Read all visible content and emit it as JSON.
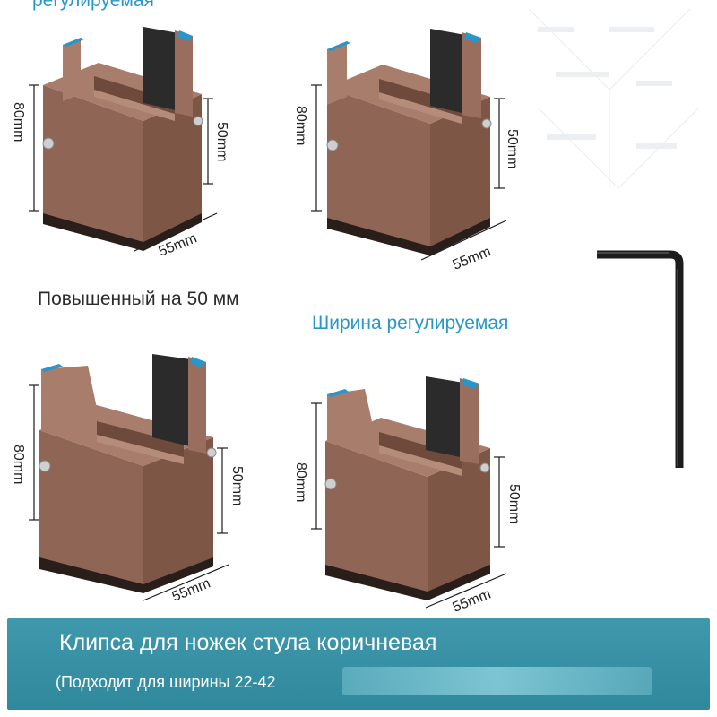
{
  "captions": {
    "top_cut": "регулируемая",
    "raised": "Повышенный на 50 мм",
    "width_adjustable": "Ширина регулируемая"
  },
  "dimensions": {
    "height_total": "80mm",
    "height_riser": "50mm",
    "depth": "55mm"
  },
  "banner": {
    "title": "Клипса для ножек стула коричневая",
    "subtitle": "(Подходит для ширины 22-42"
  },
  "colors": {
    "riser_body": "#9a6e5e",
    "riser_shadow": "#7d5646",
    "riser_highlight": "#b58b7a",
    "base_pad": "#2a1e1a",
    "accent_blue": "#2a96c8",
    "banner_bg": "#3a93a7"
  },
  "icons": [
    "furniture-riser",
    "hex-key"
  ]
}
